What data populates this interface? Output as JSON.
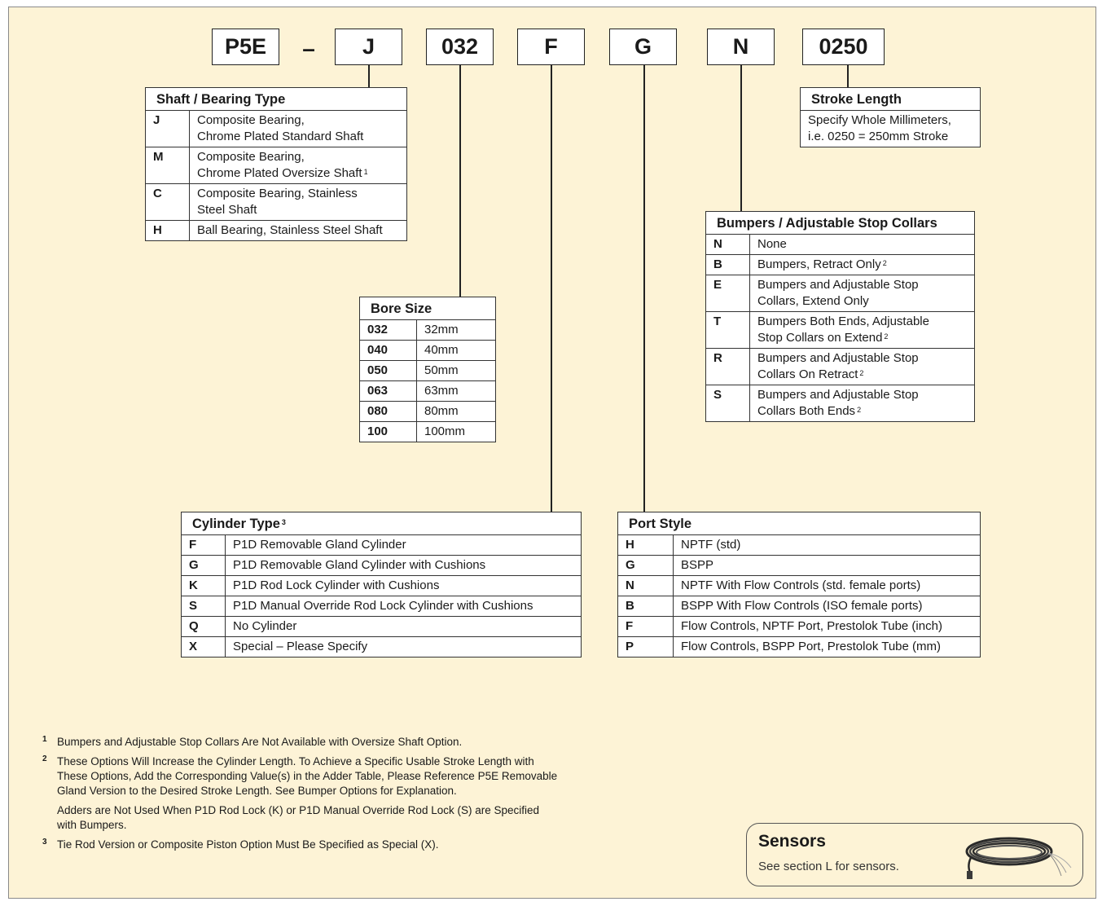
{
  "code_segments": [
    "P5E",
    "–",
    "J",
    "032",
    "F",
    "G",
    "N",
    "0250"
  ],
  "shaft_bearing": {
    "title": "Shaft / Bearing Type",
    "rows": [
      {
        "code": "J",
        "line1": "Composite Bearing,",
        "line2": "Chrome Plated Standard Shaft",
        "sup": ""
      },
      {
        "code": "M",
        "line1": "Composite Bearing,",
        "line2": "Chrome Plated Oversize Shaft",
        "sup": "1"
      },
      {
        "code": "C",
        "line1": "Composite Bearing, Stainless",
        "line2": "Steel Shaft",
        "sup": ""
      },
      {
        "code": "H",
        "line1": "Ball Bearing, Stainless Steel Shaft",
        "line2": "",
        "sup": ""
      }
    ]
  },
  "bore_size": {
    "title": "Bore Size",
    "rows": [
      {
        "code": "032",
        "value": "32mm"
      },
      {
        "code": "040",
        "value": "40mm"
      },
      {
        "code": "050",
        "value": "50mm"
      },
      {
        "code": "063",
        "value": "63mm"
      },
      {
        "code": "080",
        "value": "80mm"
      },
      {
        "code": "100",
        "value": "100mm"
      }
    ]
  },
  "stroke_length": {
    "title": "Stroke Length",
    "line1": "Specify Whole Millimeters,",
    "line2": "i.e. 0250 = 250mm Stroke"
  },
  "bumpers": {
    "title": "Bumpers / Adjustable Stop Collars",
    "rows": [
      {
        "code": "N",
        "line1": "None",
        "line2": "",
        "sup": ""
      },
      {
        "code": "B",
        "line1": "Bumpers, Retract Only",
        "line2": "",
        "sup": "2"
      },
      {
        "code": "E",
        "line1": "Bumpers and Adjustable Stop",
        "line2": "Collars, Extend Only",
        "sup": ""
      },
      {
        "code": "T",
        "line1": "Bumpers Both Ends, Adjustable",
        "line2": "Stop Collars on Extend",
        "sup": "2"
      },
      {
        "code": "R",
        "line1": "Bumpers and Adjustable Stop",
        "line2": "Collars On Retract",
        "sup": "2"
      },
      {
        "code": "S",
        "line1": "Bumpers and Adjustable Stop",
        "line2": "Collars Both Ends",
        "sup": "2"
      }
    ]
  },
  "cylinder_type": {
    "title": "Cylinder Type",
    "title_sup": "3",
    "rows": [
      {
        "code": "F",
        "desc": "P1D Removable Gland Cylinder"
      },
      {
        "code": "G",
        "desc": "P1D Removable Gland Cylinder with Cushions"
      },
      {
        "code": "K",
        "desc": "P1D Rod Lock Cylinder with Cushions"
      },
      {
        "code": "S",
        "desc": "P1D Manual Override Rod Lock Cylinder with Cushions"
      },
      {
        "code": "Q",
        "desc": "No Cylinder"
      },
      {
        "code": "X",
        "desc": "Special – Please Specify"
      }
    ]
  },
  "port_style": {
    "title": "Port Style",
    "rows": [
      {
        "code": "H",
        "desc": "NPTF (std)"
      },
      {
        "code": "G",
        "desc": "BSPP"
      },
      {
        "code": "N",
        "desc": "NPTF With Flow Controls (std. female ports)"
      },
      {
        "code": "B",
        "desc": "BSPP With Flow Controls (ISO female ports)"
      },
      {
        "code": "F",
        "desc": "Flow Controls, NPTF Port, Prestolok Tube (inch)"
      },
      {
        "code": "P",
        "desc": "Flow Controls, BSPP Port, Prestolok Tube (mm)"
      }
    ]
  },
  "footnotes": [
    {
      "num": "1",
      "lines": [
        "Bumpers and Adjustable Stop Collars Are Not Available with Oversize Shaft Option."
      ]
    },
    {
      "num": "2",
      "lines": [
        "These Options Will Increase the Cylinder Length.  To Achieve a Specific Usable Stroke Length with",
        "These Options, Add the Corresponding Value(s) in the Adder Table, Please Reference P5E Removable",
        "Gland Version to the Desired Stroke Length. See Bumper Options for Explanation."
      ]
    },
    {
      "num": "",
      "lines": [
        "Adders are Not Used When P1D Rod Lock (K) or P1D Manual Override Rod Lock (S) are Specified",
        "with Bumpers."
      ]
    },
    {
      "num": "3",
      "lines": [
        "Tie Rod Version or Composite Piston Option Must Be Specified as Special (X)."
      ]
    }
  ],
  "sensors": {
    "title": "Sensors",
    "subtitle": "See section L for sensors.",
    "image_icon": "sensor-cable-icon"
  }
}
